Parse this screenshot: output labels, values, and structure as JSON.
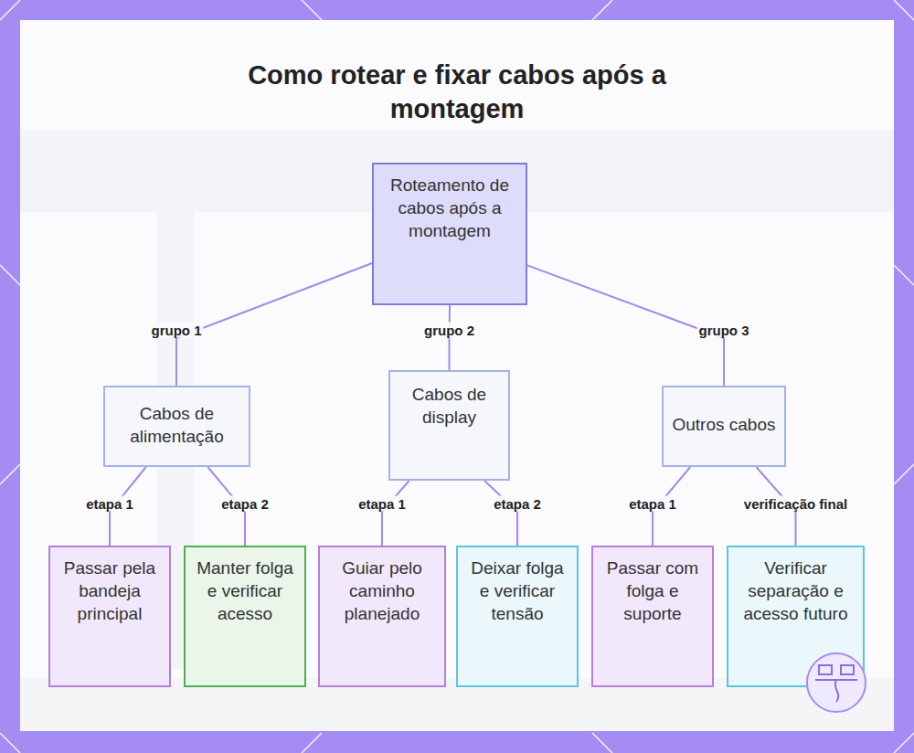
{
  "diagram": {
    "title": "Como rotear e fixar cabos após a montagem",
    "nodes": [
      {
        "text": [
          "Roteamento de cabos após a montagem"
        ]
      },
      {
        "text": [
          "Cabos de alimentação"
        ]
      },
      {
        "text": [
          "Cabos de display"
        ]
      },
      {
        "text": [
          "Outros cabos"
        ]
      },
      {
        "text": [
          "Passar pela bandeja principal"
        ]
      },
      {
        "text": [
          "Manter folga e verificar acesso"
        ]
      },
      {
        "text": [
          "Guiar pelo caminho planejado"
        ]
      },
      {
        "text": [
          "Deixar folga e verificar tensão"
        ]
      },
      {
        "text": [
          "Passar com folga e suporte"
        ]
      },
      {
        "text": [
          "Verificar separação e acesso futuro"
        ]
      }
    ],
    "edges": [
      {
        "from": 0,
        "to": 1,
        "label": "grupo 1",
        "arrow": "none"
      },
      {
        "from": 0,
        "to": 2,
        "label": "grupo 2",
        "arrow": "none"
      },
      {
        "from": 0,
        "to": 3,
        "label": "grupo 3",
        "arrow": "none"
      },
      {
        "from": 1,
        "to": 4,
        "label": "etapa 1",
        "arrow": "none"
      },
      {
        "from": 1,
        "to": 5,
        "label": "etapa 2",
        "arrow": "none"
      },
      {
        "from": 2,
        "to": 6,
        "label": "etapa 1",
        "arrow": "none"
      },
      {
        "from": 2,
        "to": 7,
        "label": "etapa 2",
        "arrow": "none"
      },
      {
        "from": 3,
        "to": 8,
        "label": "etapa 1",
        "arrow": "none"
      },
      {
        "from": 3,
        "to": 9,
        "label": "verificação final",
        "arrow": "none"
      }
    ]
  }
}
